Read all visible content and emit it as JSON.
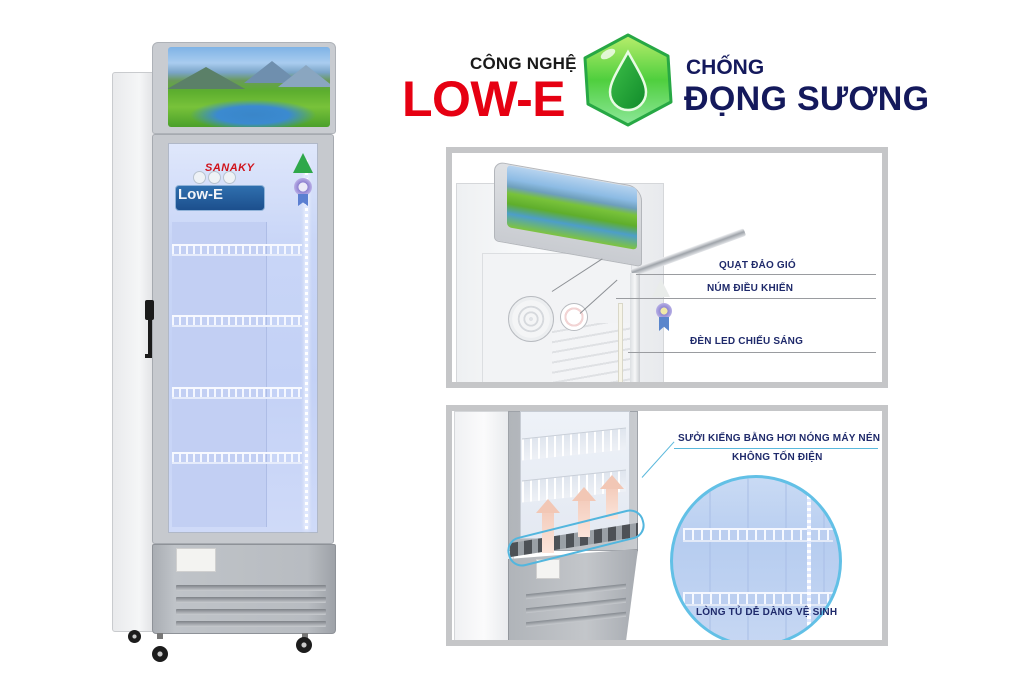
{
  "headline": {
    "line1_small": "CÔNG NGHỆ",
    "line1_big": "LOW-E",
    "line2_small": "CHỐNG",
    "line2_big": "ĐỌNG SƯƠNG",
    "icon": "water-drop-hexagon-icon",
    "colors": {
      "red": "#e60012",
      "navy": "#14195c",
      "green": "#2fb34a"
    }
  },
  "product": {
    "brand": "SANAKY",
    "sticker_text": "Low-E",
    "type": "single-door display refrigerator"
  },
  "top_panel": {
    "features": [
      {
        "label": "QUẠT ĐẢO GIÓ"
      },
      {
        "label": "NÚM ĐIỀU KHIỂN"
      },
      {
        "label": "ĐÈN LED CHIẾU SÁNG"
      }
    ]
  },
  "bottom_panel": {
    "features": [
      {
        "label": "SƯỞI KIẾNG BẰNG HƠI NÓNG MÁY NÉN"
      },
      {
        "label": "KHÔNG TỐN ĐIỆN"
      },
      {
        "label": "LÒNG TỦ DỄ DÀNG VỆ SINH"
      }
    ]
  }
}
